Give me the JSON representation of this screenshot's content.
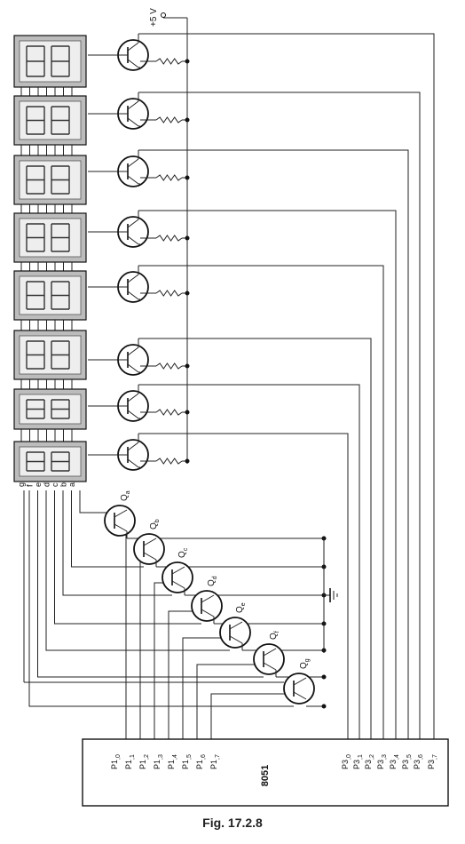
{
  "supply_label": "+5 V",
  "digit_segment_labels": [
    "g",
    "f",
    "e",
    "d",
    "c",
    "b",
    "a"
  ],
  "transistors": [
    {
      "label": "Q",
      "sub": "a"
    },
    {
      "label": "Q",
      "sub": "b"
    },
    {
      "label": "Q",
      "sub": "c"
    },
    {
      "label": "Q",
      "sub": "d"
    },
    {
      "label": "Q",
      "sub": "e"
    },
    {
      "label": "Q",
      "sub": "f"
    },
    {
      "label": "Q",
      "sub": "g"
    }
  ],
  "chip_label": "8051",
  "port1_pins": [
    "P1,0",
    "P1,1",
    "P1,2",
    "P1,3",
    "P1,4",
    "P1,5",
    "P1,6",
    "P1,7"
  ],
  "port3_pins": [
    "P3,0",
    "P3,1",
    "P3,2",
    "P3,3",
    "P3,4",
    "P3,5",
    "P3,6",
    "P3,7"
  ],
  "caption": "Fig. 17.2.8"
}
